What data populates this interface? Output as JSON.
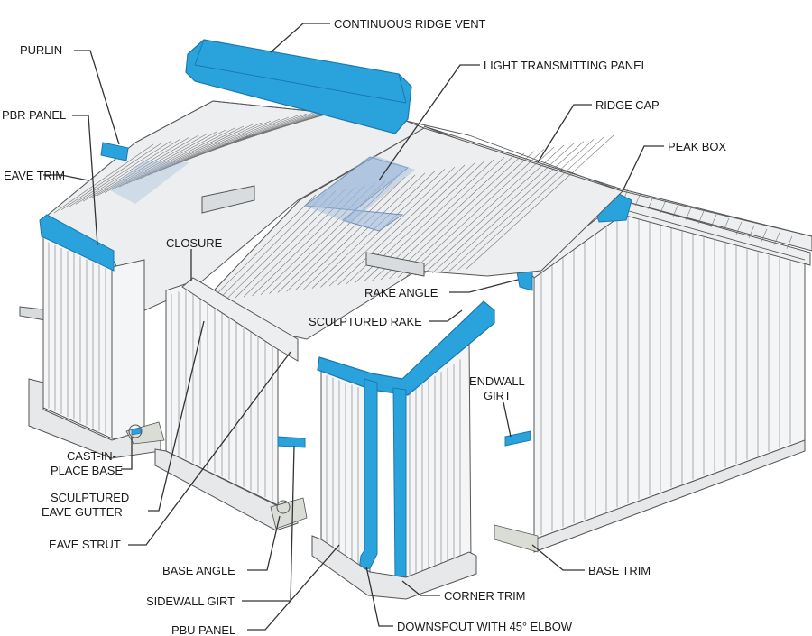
{
  "colors": {
    "trim": "#2aa3dc",
    "trim_dark": "#1a78b0",
    "light_panel": "#9db8da",
    "line": "#555555",
    "label": "#1a1a1a"
  },
  "labels": {
    "continuous_ridge_vent": "CONTINUOUS RIDGE VENT",
    "purlin": "PURLIN",
    "light_transmitting_panel": "LIGHT TRANSMITTING PANEL",
    "ridge_cap": "RIDGE CAP",
    "pbr_panel": "PBR PANEL",
    "peak_box": "PEAK BOX",
    "eave_trim": "EAVE TRIM",
    "closure": "CLOSURE",
    "rake_angle": "RAKE ANGLE",
    "sculptured_rake": "SCULPTURED RAKE",
    "endwall_girt_1": "ENDWALL",
    "endwall_girt_2": "GIRT",
    "cast_in_place_base_1": "CAST-IN-",
    "cast_in_place_base_2": "PLACE BASE",
    "sculptured_eave_gutter_1": "SCULPTURED",
    "sculptured_eave_gutter_2": "EAVE GUTTER",
    "eave_strut": "EAVE STRUT",
    "base_angle": "BASE ANGLE",
    "base_trim": "BASE TRIM",
    "corner_trim": "CORNER TRIM",
    "sidewall_girt": "SIDEWALL GIRT",
    "pbu_panel": "PBU PANEL",
    "downspout": "DOWNSPOUT WITH 45° ELBOW"
  }
}
